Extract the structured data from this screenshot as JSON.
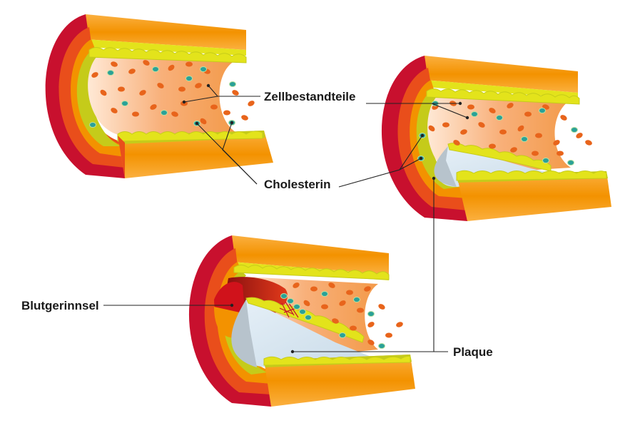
{
  "labels": {
    "cell_components": "Zellbestandteile",
    "cholesterol": "Cholesterin",
    "blood_clot": "Blutgerinnsel",
    "plaque": "Plaque"
  },
  "colors": {
    "adventitia_dark": "#c8102e",
    "media_red": "#e94e1b",
    "wall_orange": "#f39200",
    "wall_light": "#fbb040",
    "intima_green": "#c5cb1a",
    "intima_yellow": "#e3e31b",
    "lumen_orange": "#f7a35c",
    "cell_orange": "#e8641b",
    "cholesterol_teal": "#2aa198",
    "plaque_light": "#d6e6f2",
    "plaque_gray": "#b7c3cc",
    "clot_red": "#d0121b"
  }
}
